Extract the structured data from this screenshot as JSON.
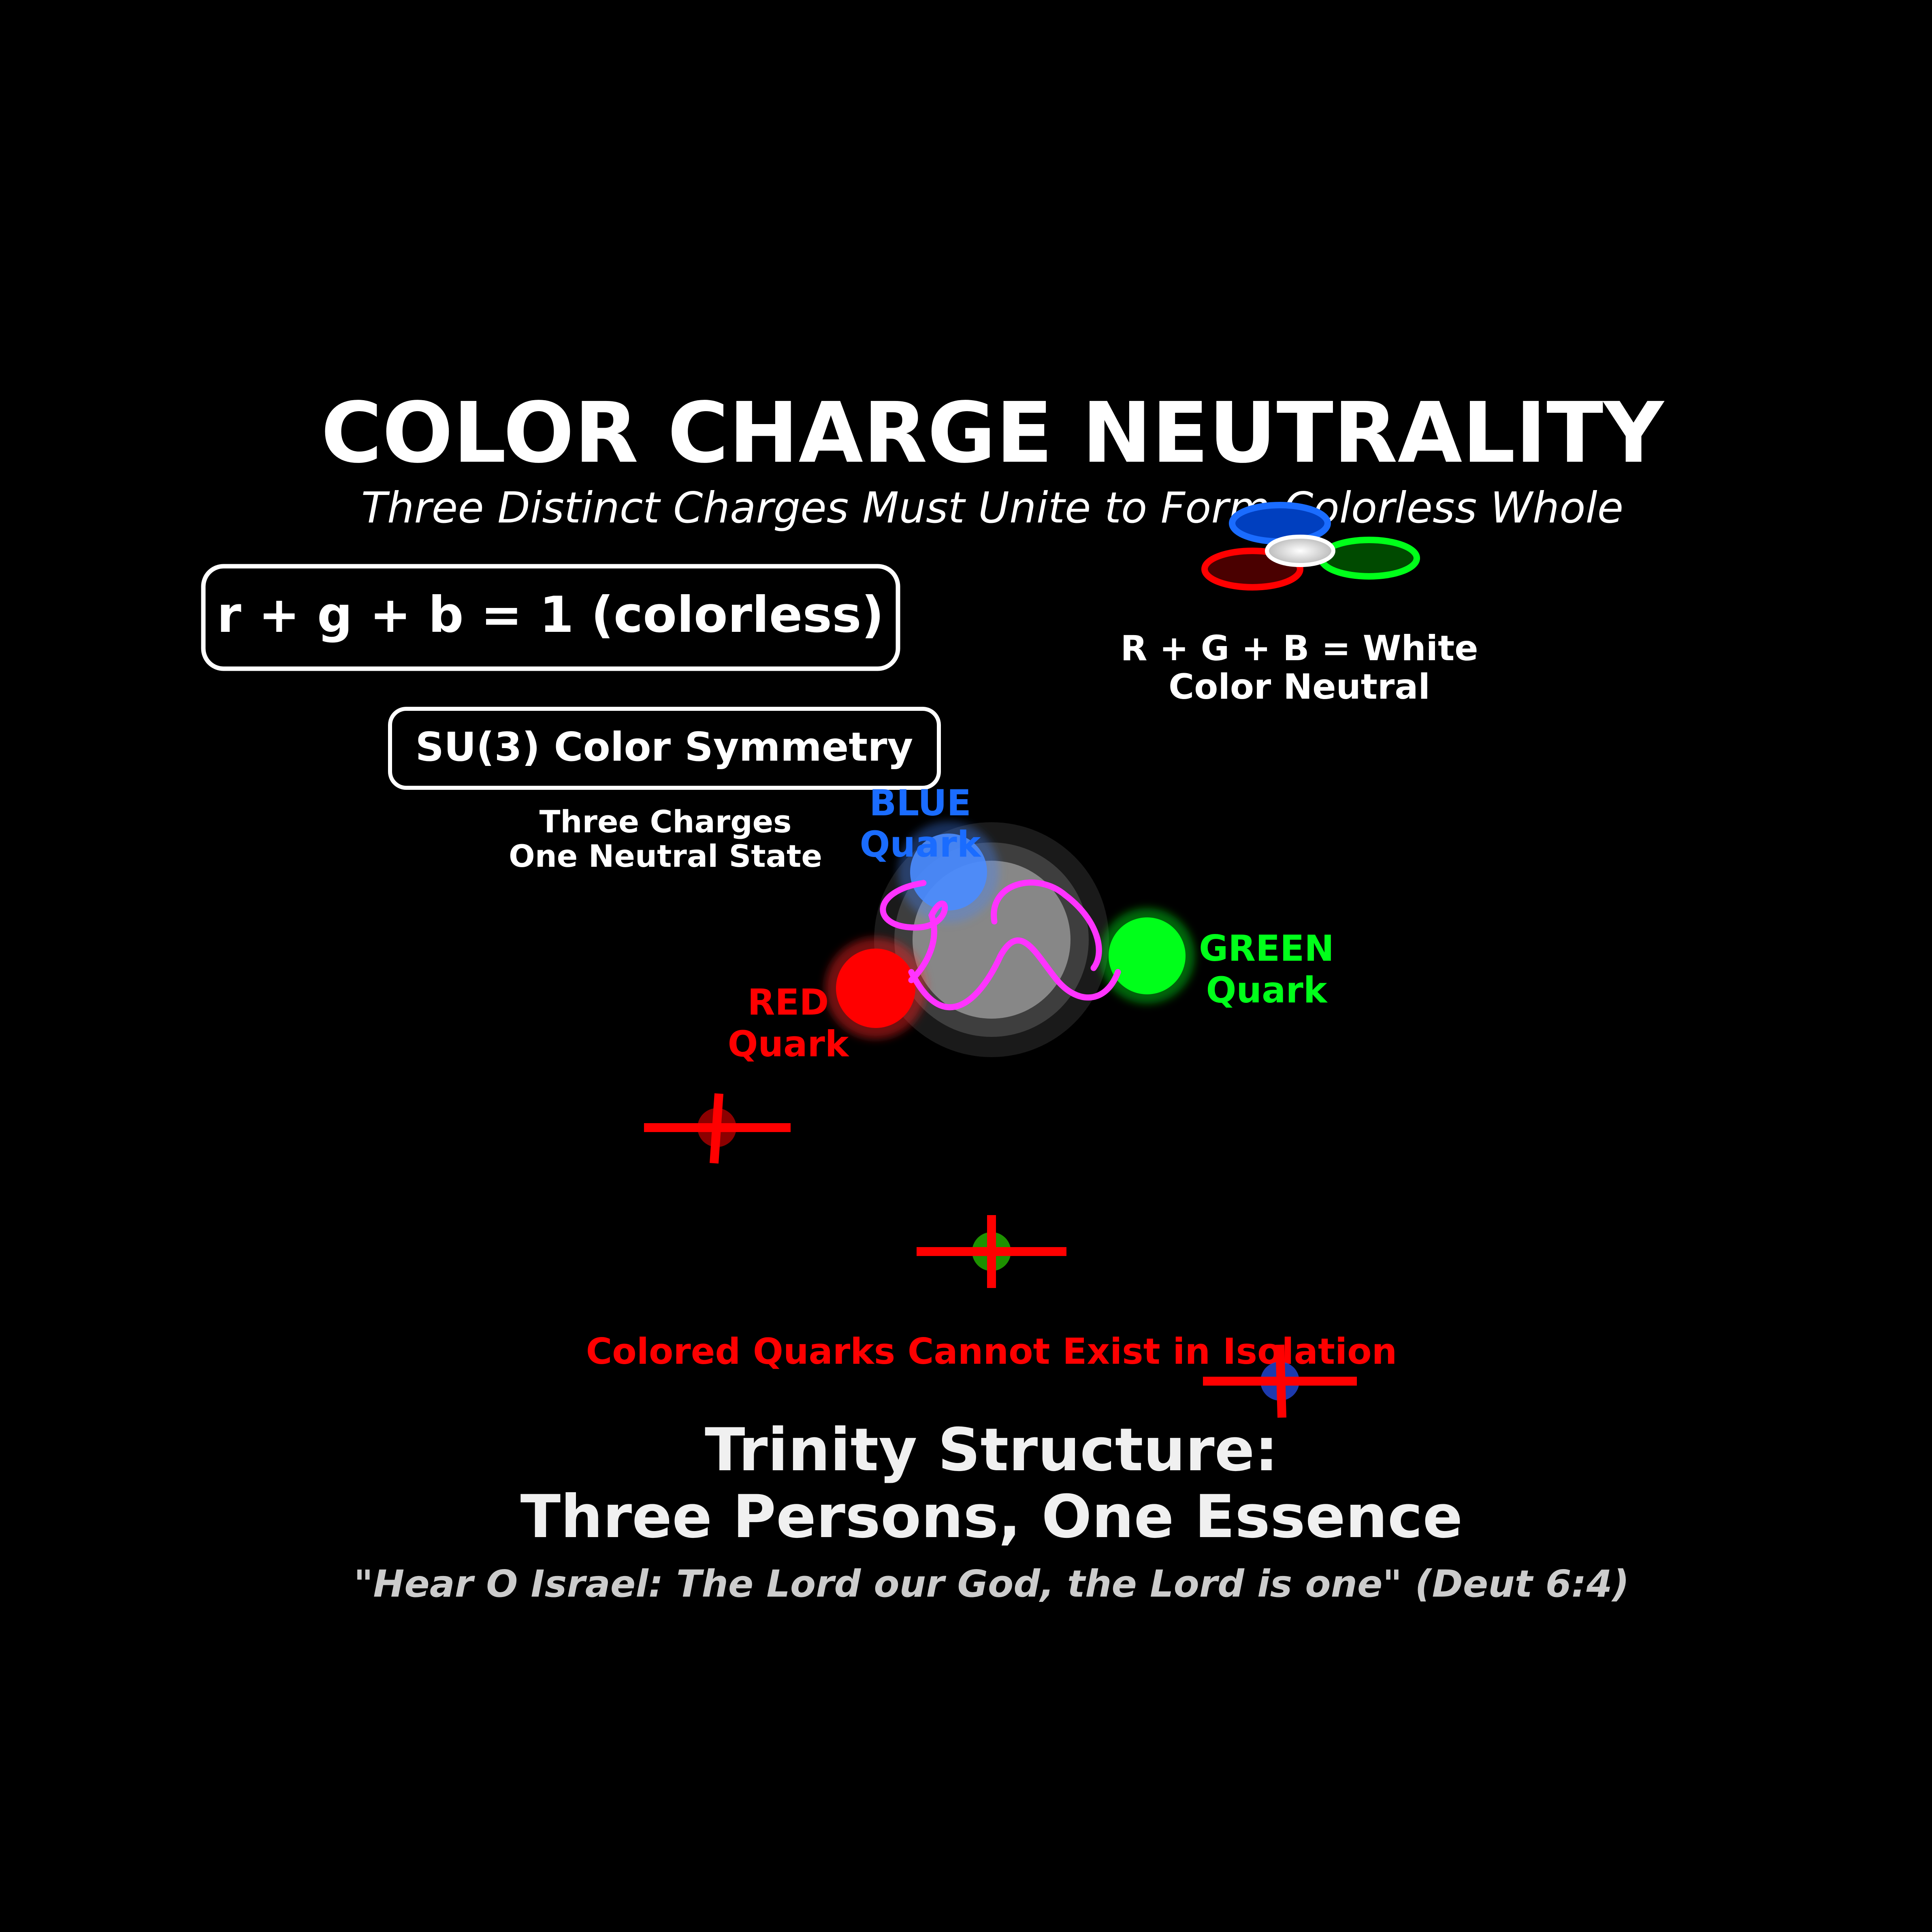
{
  "header": {
    "title": "COLOR CHARGE NEUTRALITY",
    "subtitle": "Three Distinct Charges Must Unite to Form Colorless Whole"
  },
  "formula_box": {
    "text": "r + g + b = 1 (colorless)"
  },
  "symmetry_box": {
    "text": "SU(3) Color Symmetry",
    "caption_line1": "Three Charges",
    "caption_line2": "One Neutral State"
  },
  "color_mix": {
    "line1": "R + G + B = White",
    "line2": "Color Neutral"
  },
  "quarks": [
    {
      "id": "blue",
      "line1": "BLUE",
      "line2": "Quark",
      "color": "#1a6cff"
    },
    {
      "id": "green",
      "line1": "GREEN",
      "line2": "Quark",
      "color": "#00ff1a"
    },
    {
      "id": "red",
      "line1": "RED",
      "line2": "Quark",
      "color": "#ff0000"
    }
  ],
  "gluon_color": "#ff33ff",
  "isolation": {
    "warning": "Colored Quarks Cannot Exist in Isolation",
    "warning_color": "#ff0000",
    "markers": [
      {
        "quark": "red",
        "color": "#ff0000"
      },
      {
        "quark": "green",
        "color": "#22aa00"
      },
      {
        "quark": "blue",
        "color": "#2244cc"
      }
    ]
  },
  "trinity": {
    "line1": "Trinity Structure:",
    "line2": "Three Persons, One Essence",
    "quote": "\"Hear O Israel: The Lord our God, the Lord is one\" (Deut 6:4)"
  }
}
